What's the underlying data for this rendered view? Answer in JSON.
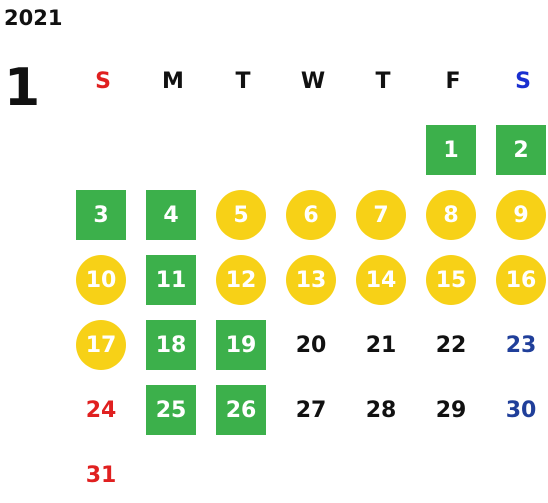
{
  "year": "2021",
  "month": "1",
  "weekdays": [
    "S",
    "M",
    "T",
    "W",
    "T",
    "F",
    "S"
  ],
  "colors": {
    "green": "#3cb04b",
    "yellow": "#f7d117",
    "sunday": "#e02020",
    "saturday": "#1a2fd0"
  },
  "days": {
    "d1": "1",
    "d2": "2",
    "d3": "3",
    "d4": "4",
    "d5": "5",
    "d6": "6",
    "d7": "7",
    "d8": "8",
    "d9": "9",
    "d10": "10",
    "d11": "11",
    "d12": "12",
    "d13": "13",
    "d14": "14",
    "d15": "15",
    "d16": "16",
    "d17": "17",
    "d18": "18",
    "d19": "19",
    "d20": "20",
    "d21": "21",
    "d22": "22",
    "d23": "23",
    "d24": "24",
    "d25": "25",
    "d26": "26",
    "d27": "27",
    "d28": "28",
    "d29": "29",
    "d30": "30",
    "d31": "31"
  }
}
